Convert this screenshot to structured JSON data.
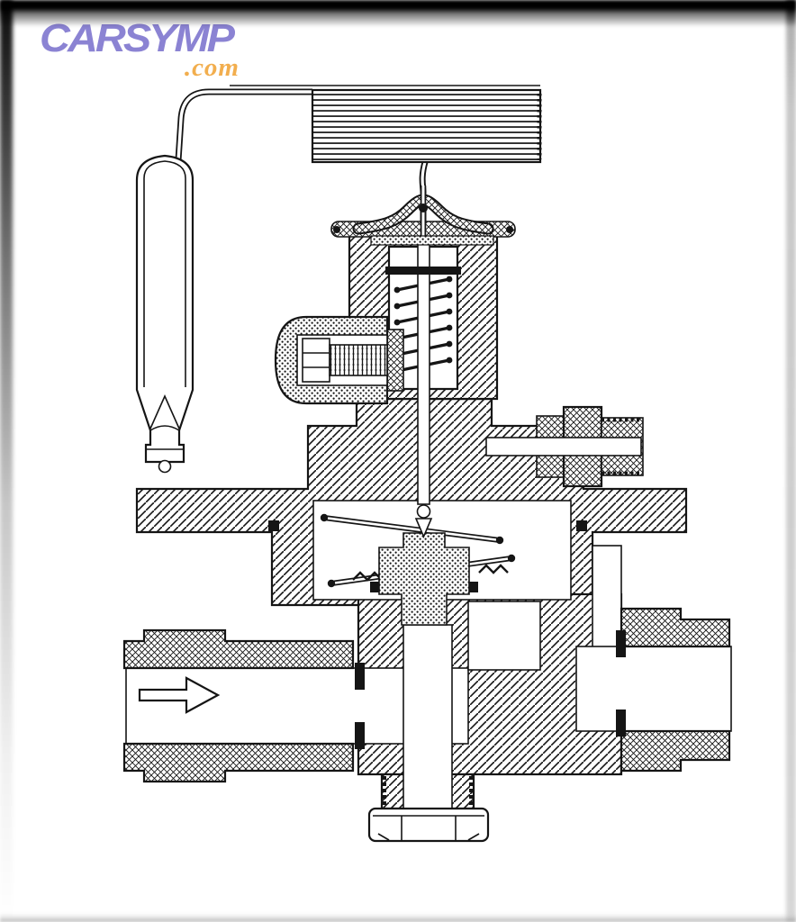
{
  "logo": {
    "brand": "CARSYMP",
    "tld": ".com"
  },
  "diagram": {
    "subject": "Thermostatic expansion valve cutaway cross-section",
    "style": "black line-art engineering section drawing",
    "flow_direction": "left-to-right"
  },
  "icons": {
    "flow_arrow": "right-arrow"
  },
  "colors": {
    "brand": "#8b83d3",
    "tld": "#f2ae4e",
    "ink": "#151515",
    "paper": "#ffffff",
    "frameDark": "#000000",
    "frameLight": "#c9c9c9"
  }
}
